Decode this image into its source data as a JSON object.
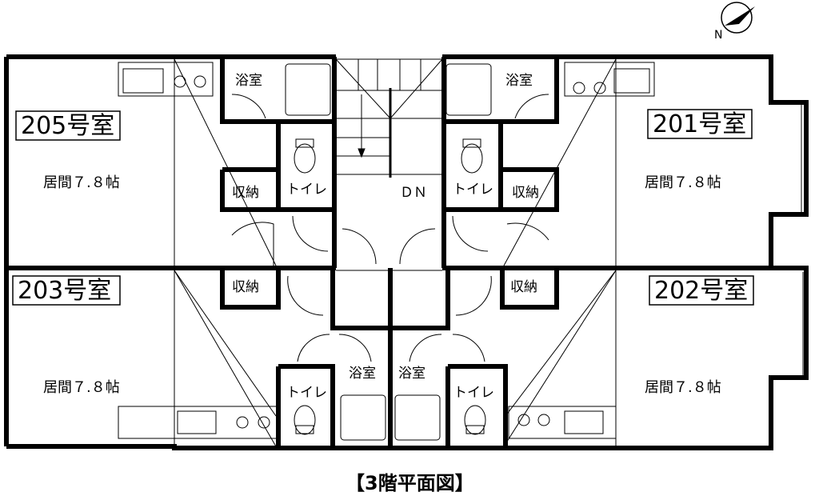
{
  "units": {
    "u205": {
      "number": "205号室",
      "living": "居間７.８帖"
    },
    "u201": {
      "number": "201号室",
      "living": "居間７.８帖"
    },
    "u203": {
      "number": "203号室",
      "living": "居間７.８帖"
    },
    "u202": {
      "number": "202号室",
      "living": "居間７.８帖"
    }
  },
  "labels": {
    "bath": "浴室",
    "toilet": "トイレ",
    "storage": "収納",
    "stairs_down": "ＤＮ"
  },
  "caption": "【3階平面図】",
  "compass": {
    "north_label": "N"
  }
}
